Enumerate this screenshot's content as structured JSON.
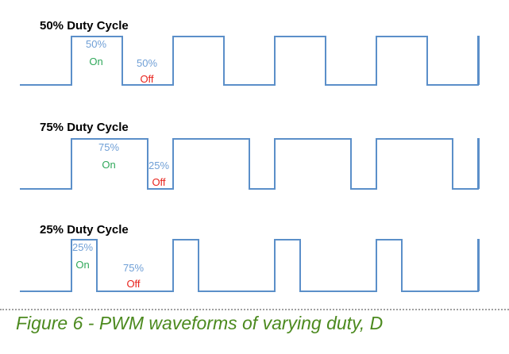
{
  "colors": {
    "waveform": "#5b8fc9",
    "title": "#000000",
    "percent": "#6f9fd6",
    "on": "#2fa85a",
    "off": "#e8221b",
    "caption": "#4c8a1f",
    "divider": "#a0a0a0"
  },
  "panels": [
    {
      "title": "50% Duty Cycle",
      "duty": 0.5,
      "on_percent": "50%",
      "on_label": "On",
      "off_percent": "50%",
      "off_label": "Off"
    },
    {
      "title": "75% Duty Cycle",
      "duty": 0.75,
      "on_percent": "75%",
      "on_label": "On",
      "off_percent": "25%",
      "off_label": "Off"
    },
    {
      "title": "25% Duty Cycle",
      "duty": 0.25,
      "on_percent": "25%",
      "on_label": "On",
      "off_percent": "75%",
      "off_label": "Off"
    }
  ],
  "caption": "Figure 6 - PWM waveforms of varying duty, D"
}
